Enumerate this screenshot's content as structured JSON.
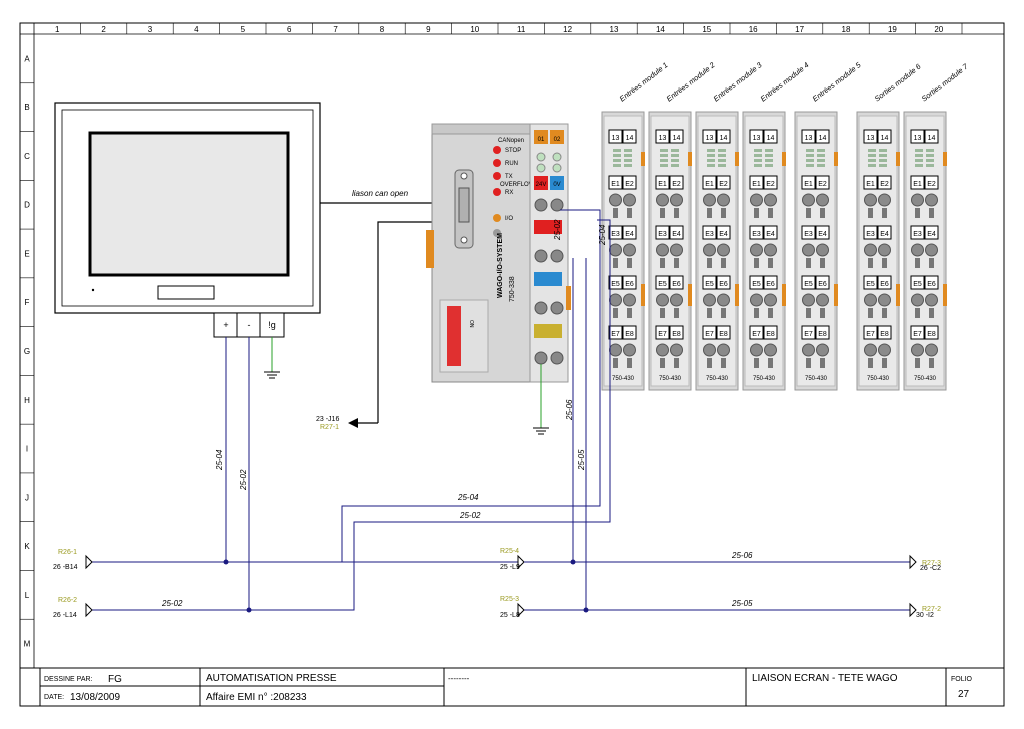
{
  "grid": {
    "columns": [
      "1",
      "2",
      "3",
      "4",
      "5",
      "6",
      "7",
      "8",
      "9",
      "10",
      "11",
      "12",
      "13",
      "14",
      "15",
      "16",
      "17",
      "18",
      "19",
      "20"
    ],
    "rows": [
      "A",
      "B",
      "C",
      "D",
      "E",
      "F",
      "G",
      "H",
      "I",
      "J",
      "K",
      "L",
      "M"
    ]
  },
  "screen": {
    "terminals": [
      "+",
      "-",
      "!g"
    ]
  },
  "cable_label": "liason can open",
  "coupler": {
    "brand": "CANopen",
    "leds": [
      "STOP",
      "RUN",
      "TX",
      "OVERFLOW",
      "RX"
    ],
    "io_label": "I/O",
    "system_name": "WAGO-I/O-SYSTEM",
    "part_number": "750-338",
    "supply_top": [
      "01",
      "02"
    ],
    "supply_voltage": [
      "24V",
      "0V"
    ],
    "dip_label": "ON"
  },
  "modules": [
    {
      "name": "Entrées module 1",
      "part": "750-430"
    },
    {
      "name": "Entrées module 2",
      "part": "750-430"
    },
    {
      "name": "Entrées module 3",
      "part": "750-430"
    },
    {
      "name": "Entrées module 4",
      "part": "750-430"
    },
    {
      "name": "Entrées module 5",
      "part": "750-430"
    },
    {
      "name": "Sorties module 6",
      "part": "750-430"
    },
    {
      "name": "Sorties module 7",
      "part": "750-430"
    }
  ],
  "module_terminals": [
    "13",
    "14",
    "E1",
    "E2",
    "E3",
    "E4",
    "E5",
    "E6",
    "E7",
    "E8"
  ],
  "refs": {
    "arrow_ref_1": "23 -J16",
    "arrow_ref_2": "R27-1",
    "r26_1": "R26-1",
    "r26_1_ref": "26 -B14",
    "r26_2": "R26-2",
    "r26_2_ref": "26 -L14",
    "r25_4": "R25-4",
    "r25_4_ref": "25 -L9",
    "r25_3": "R25-3",
    "r25_3_ref": "25 -L8",
    "r27_3": "R27-3",
    "r27_3_ref": "26 -C2",
    "r27_2": "R27-2",
    "r27_2_ref": "30 -I2"
  },
  "wires": {
    "w2504": "25-04",
    "w2502": "25-02",
    "w2506": "25-06",
    "w2505": "25-05"
  },
  "title_block": {
    "drawn_by_label": "DESSINE PAR:",
    "drawn_by": "FG",
    "date_label": "DATE:",
    "date": "13/08/2009",
    "project": "AUTOMATISATION PRESSE",
    "affair": "Affaire EMI n° :208233",
    "blank": "--------",
    "title": "LIAISON ECRAN - TETE WAGO",
    "folio_label": "FOLIO",
    "folio": "27"
  },
  "colors": {
    "wire_blue": "#1a1a80",
    "ground_green": "#2aa02a",
    "ref_olive": "#9a9a20",
    "wago_orange": "#e08a20"
  }
}
